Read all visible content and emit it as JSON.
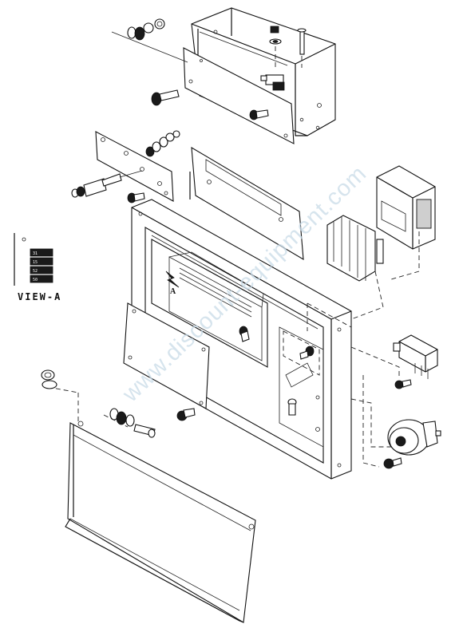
{
  "diagram": {
    "view_label": "VIEW-A",
    "callout_label": "A",
    "watermark": "www.discount-equipment.com",
    "terminal_block_labels": [
      "31",
      "15",
      "52",
      "50"
    ]
  },
  "colors": {
    "line": "#111111",
    "background": "#ffffff",
    "watermark": "#c9dbe8"
  }
}
